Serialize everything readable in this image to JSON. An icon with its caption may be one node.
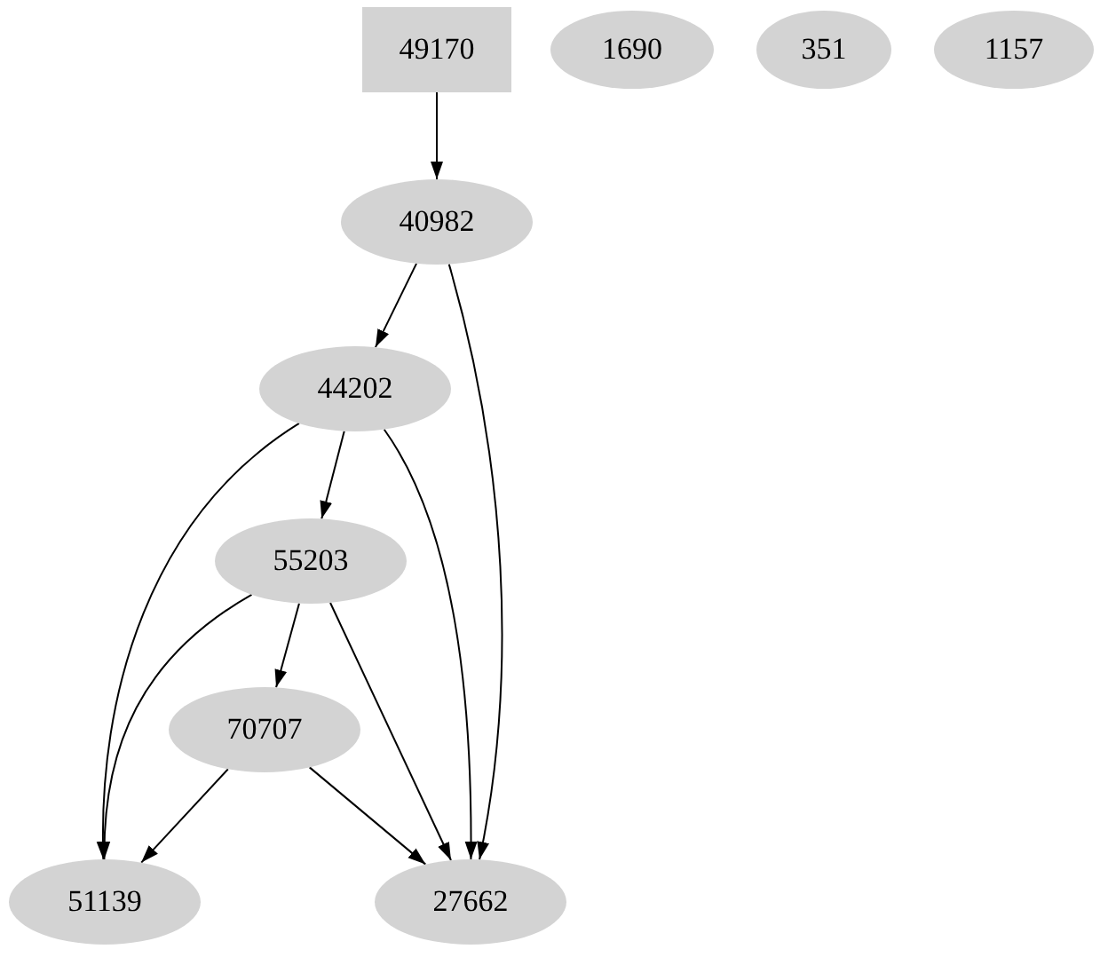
{
  "diagram": {
    "nodes": [
      {
        "text": [
          "49170"
        ]
      },
      {
        "text": [
          "1690"
        ]
      },
      {
        "text": [
          "351"
        ]
      },
      {
        "text": [
          "1157"
        ]
      },
      {
        "text": [
          "40982"
        ]
      },
      {
        "text": [
          "44202"
        ]
      },
      {
        "text": [
          "55203"
        ]
      },
      {
        "text": [
          "70707"
        ]
      },
      {
        "text": [
          "51139"
        ]
      },
      {
        "text": [
          "27662"
        ]
      }
    ],
    "edges": [
      {
        "from": 0,
        "to": 4,
        "arrow": "to"
      },
      {
        "from": 4,
        "to": 5,
        "arrow": "to"
      },
      {
        "from": 4,
        "to": 9,
        "arrow": "to"
      },
      {
        "from": 5,
        "to": 6,
        "arrow": "to"
      },
      {
        "from": 5,
        "to": 8,
        "arrow": "to"
      },
      {
        "from": 5,
        "to": 9,
        "arrow": "to"
      },
      {
        "from": 6,
        "to": 7,
        "arrow": "to"
      },
      {
        "from": 6,
        "to": 8,
        "arrow": "to"
      },
      {
        "from": 6,
        "to": 9,
        "arrow": "to"
      },
      {
        "from": 7,
        "to": 8,
        "arrow": "to"
      },
      {
        "from": 7,
        "to": 9,
        "arrow": "to"
      }
    ]
  }
}
